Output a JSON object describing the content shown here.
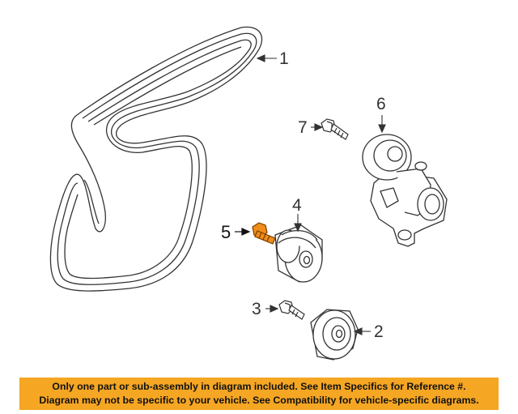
{
  "callouts": {
    "belt": "1",
    "idler_pulley": "2",
    "idler_bolt": "3",
    "tensioner_pulley": "4",
    "highlighted_bolt": "5",
    "tensioner": "6",
    "tensioner_bolt": "7"
  },
  "banner": {
    "line1": "Only one part or sub-assembly in diagram included. See Item Specifics for Reference #.",
    "line2": "Diagram may not be specific to your vehicle. See Compatibility for vehicle-specific diagrams."
  },
  "colors": {
    "banner_bg": "#f5a623",
    "highlight_part": "#f08c1a",
    "line_art": "#333333"
  }
}
